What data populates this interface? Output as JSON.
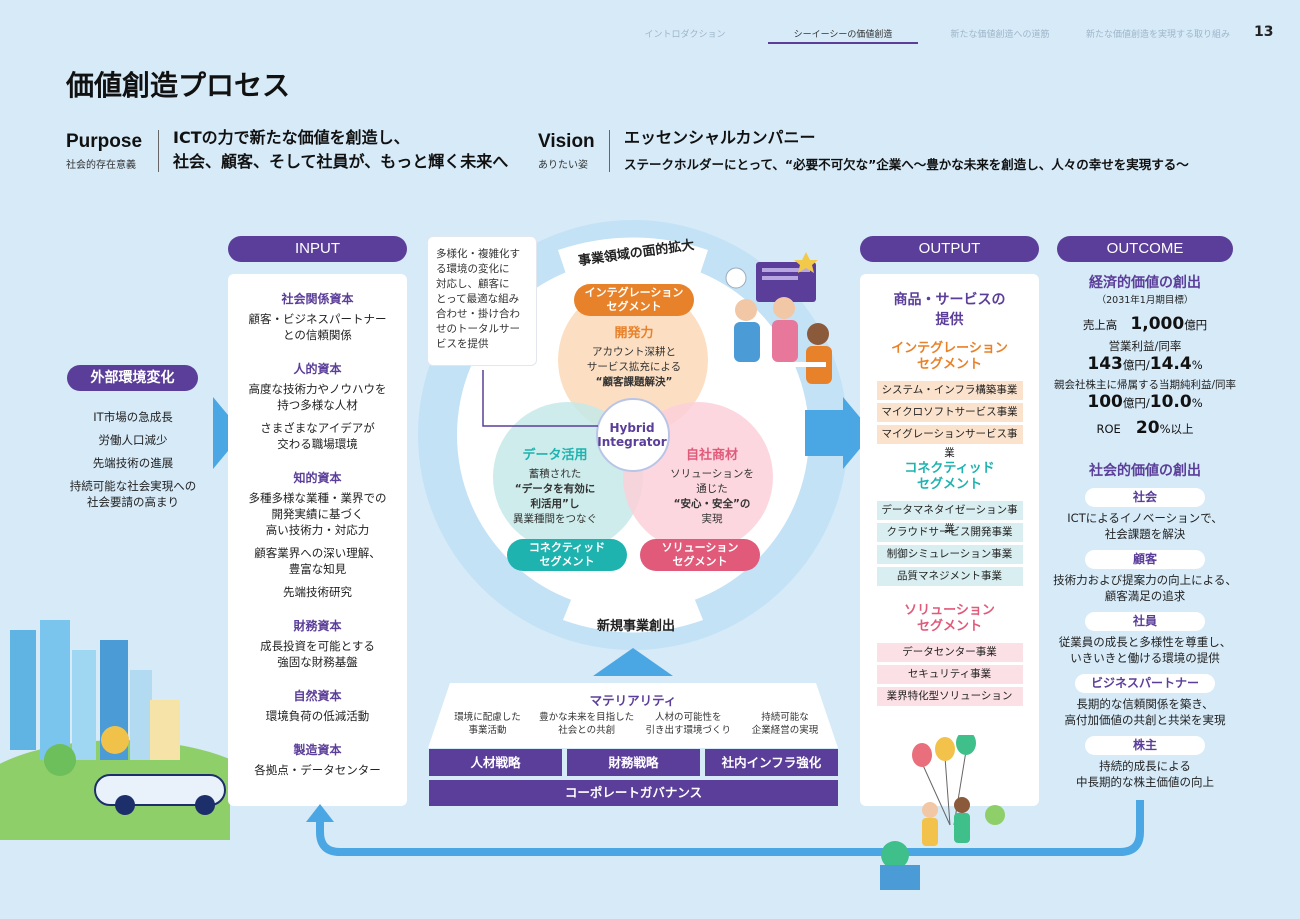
{
  "nav": {
    "tabs": [
      "イントロダクション",
      "シーイーシーの価値創造",
      "新たな価値創造への道筋",
      "新たな価値創造を実現する取り組み"
    ],
    "page_number": "13"
  },
  "page_title": "価値創造プロセス",
  "purpose": {
    "head": "Purpose",
    "sub": "社会的存在意義",
    "line1": "ICTの力で新たな価値を創造し、",
    "line2": "社会、顧客、そして社員が、もっと輝く未来へ"
  },
  "vision": {
    "head": "Vision",
    "sub": "ありたい姿",
    "line1": "エッセンシャルカンパニー",
    "line2": "ステークホルダーにとって、“必要不可欠な”企業へ～豊かな未来を創造し、人々の幸せを実現する～"
  },
  "external": {
    "label": "外部環境変化",
    "items": [
      "IT市場の急成長",
      "労働人口減少",
      "先端技術の進展",
      "持続可能な社会実現への",
      "社会要請の高まり"
    ]
  },
  "input": {
    "label": "INPUT",
    "capitals": [
      {
        "title": "社会関係資本",
        "lines": [
          "顧客・ビジネスパートナー",
          "との信頼関係"
        ]
      },
      {
        "title": "人的資本",
        "lines": [
          "高度な技術力やノウハウを",
          "持つ多様な人材",
          "さまざまなアイデアが",
          "交わる職場環境"
        ]
      },
      {
        "title": "知的資本",
        "lines": [
          "多種多様な業種・業界での",
          "開発実績に基づく",
          "高い技術力・対応力",
          "顧客業界への深い理解、",
          "豊富な知見",
          "先端技術研究"
        ]
      },
      {
        "title": "財務資本",
        "lines": [
          "成長投資を可能とする",
          "強固な財務基盤"
        ]
      },
      {
        "title": "自然資本",
        "lines": [
          "環境負荷の低減活動"
        ]
      },
      {
        "title": "製造資本",
        "lines": [
          "各拠点・データセンター"
        ]
      }
    ]
  },
  "center": {
    "note": [
      "多様化・複雑化す",
      "る環境の変化に",
      "対応し、顧客に",
      "とって最適な組み",
      "合わせ・掛け合わ",
      "せのトータルサー",
      "ビスを提供"
    ],
    "top_label": "事業領域の面的拡大",
    "bottom_label": "新規事業創出",
    "hub": [
      "Hybrid",
      "Integrator"
    ],
    "orange": {
      "pill": [
        "インテグレーション",
        "セグメント"
      ],
      "title": "開発力",
      "lines": [
        "アカウント深耕と",
        "サービス拡充による",
        "“顧客課題解決”"
      ]
    },
    "teal": {
      "pill": [
        "コネクティッド",
        "セグメント"
      ],
      "title": "データ活用",
      "lines": [
        "蓄積された",
        "“データを有効に",
        "利活用”し",
        "異業種間をつなぐ"
      ]
    },
    "pink": {
      "pill": [
        "ソリューション",
        "セグメント"
      ],
      "title": "自社商材",
      "lines": [
        "ソリューションを",
        "通じた",
        "“安心・安全”の",
        "実現"
      ]
    }
  },
  "materiality": {
    "title": "マテリアリティ",
    "items": [
      [
        "環境に配慮した",
        "事業活動"
      ],
      [
        "豊かな未来を目指した",
        "社会との共創"
      ],
      [
        "人材の可能性を",
        "引き出す環境づくり"
      ],
      [
        "持続可能な",
        "企業経営の実現"
      ]
    ],
    "strategies": [
      "人材戦略",
      "財務戦略",
      "社内インフラ強化"
    ],
    "governance": "コーポレートガバナンス"
  },
  "output": {
    "label": "OUTPUT",
    "title": [
      "商品・サービスの",
      "提供"
    ],
    "segments": [
      {
        "name": [
          "インテグレーション",
          "セグメント"
        ],
        "items": [
          "システム・インフラ構築事業",
          "マイクロソフトサービス事業",
          "マイグレーションサービス事業"
        ]
      },
      {
        "name": [
          "コネクティッド",
          "セグメント"
        ],
        "items": [
          "データマネタイゼーション事業",
          "クラウドサービス開発事業",
          "制御シミュレーション事業",
          "品質マネジメント事業"
        ]
      },
      {
        "name": [
          "ソリューション",
          "セグメント"
        ],
        "items": [
          "データセンター事業",
          "セキュリティ事業",
          "業界特化型ソリューション"
        ]
      }
    ]
  },
  "outcome": {
    "label": "OUTCOME",
    "economic_title": "経済的価値の創出",
    "economic_sub": "（2031年1月期目標）",
    "sales_label": "売上高",
    "sales_value": "1,000",
    "sales_unit": "億円",
    "op_label": "営業利益/同率",
    "op_value": "143",
    "op_unit": "億円/",
    "op_rate": "14.4",
    "pct": "%",
    "net_label": "親会社株主に帰属する当期純利益/同率",
    "net_value": "100",
    "net_unit": "億円/",
    "net_rate": "10.0",
    "roe_label": "ROE",
    "roe_value": "20",
    "roe_suffix": "%以上",
    "social_title": "社会的価値の創出",
    "social": [
      {
        "name": "社会",
        "lines": [
          "ICTによるイノベーションで、",
          "社会課題を解決"
        ]
      },
      {
        "name": "顧客",
        "lines": [
          "技術力および提案力の向上による、",
          "顧客満足の追求"
        ]
      },
      {
        "name": "社員",
        "lines": [
          "従業員の成長と多様性を尊重し、",
          "いきいきと働ける環境の提供"
        ]
      },
      {
        "name": "ビジネスパートナー",
        "lines": [
          "長期的な信頼関係を築き、",
          "高付加価値の共創と共栄を実現"
        ]
      },
      {
        "name": "株主",
        "lines": [
          "持続的成長による",
          "中長期的な株主価値の向上"
        ]
      }
    ]
  },
  "colors": {
    "purple": "#5b3e99",
    "blue": "#4aa7e3",
    "orange": "#e8822a",
    "teal": "#1fb3b0",
    "pink": "#e15a7a"
  }
}
